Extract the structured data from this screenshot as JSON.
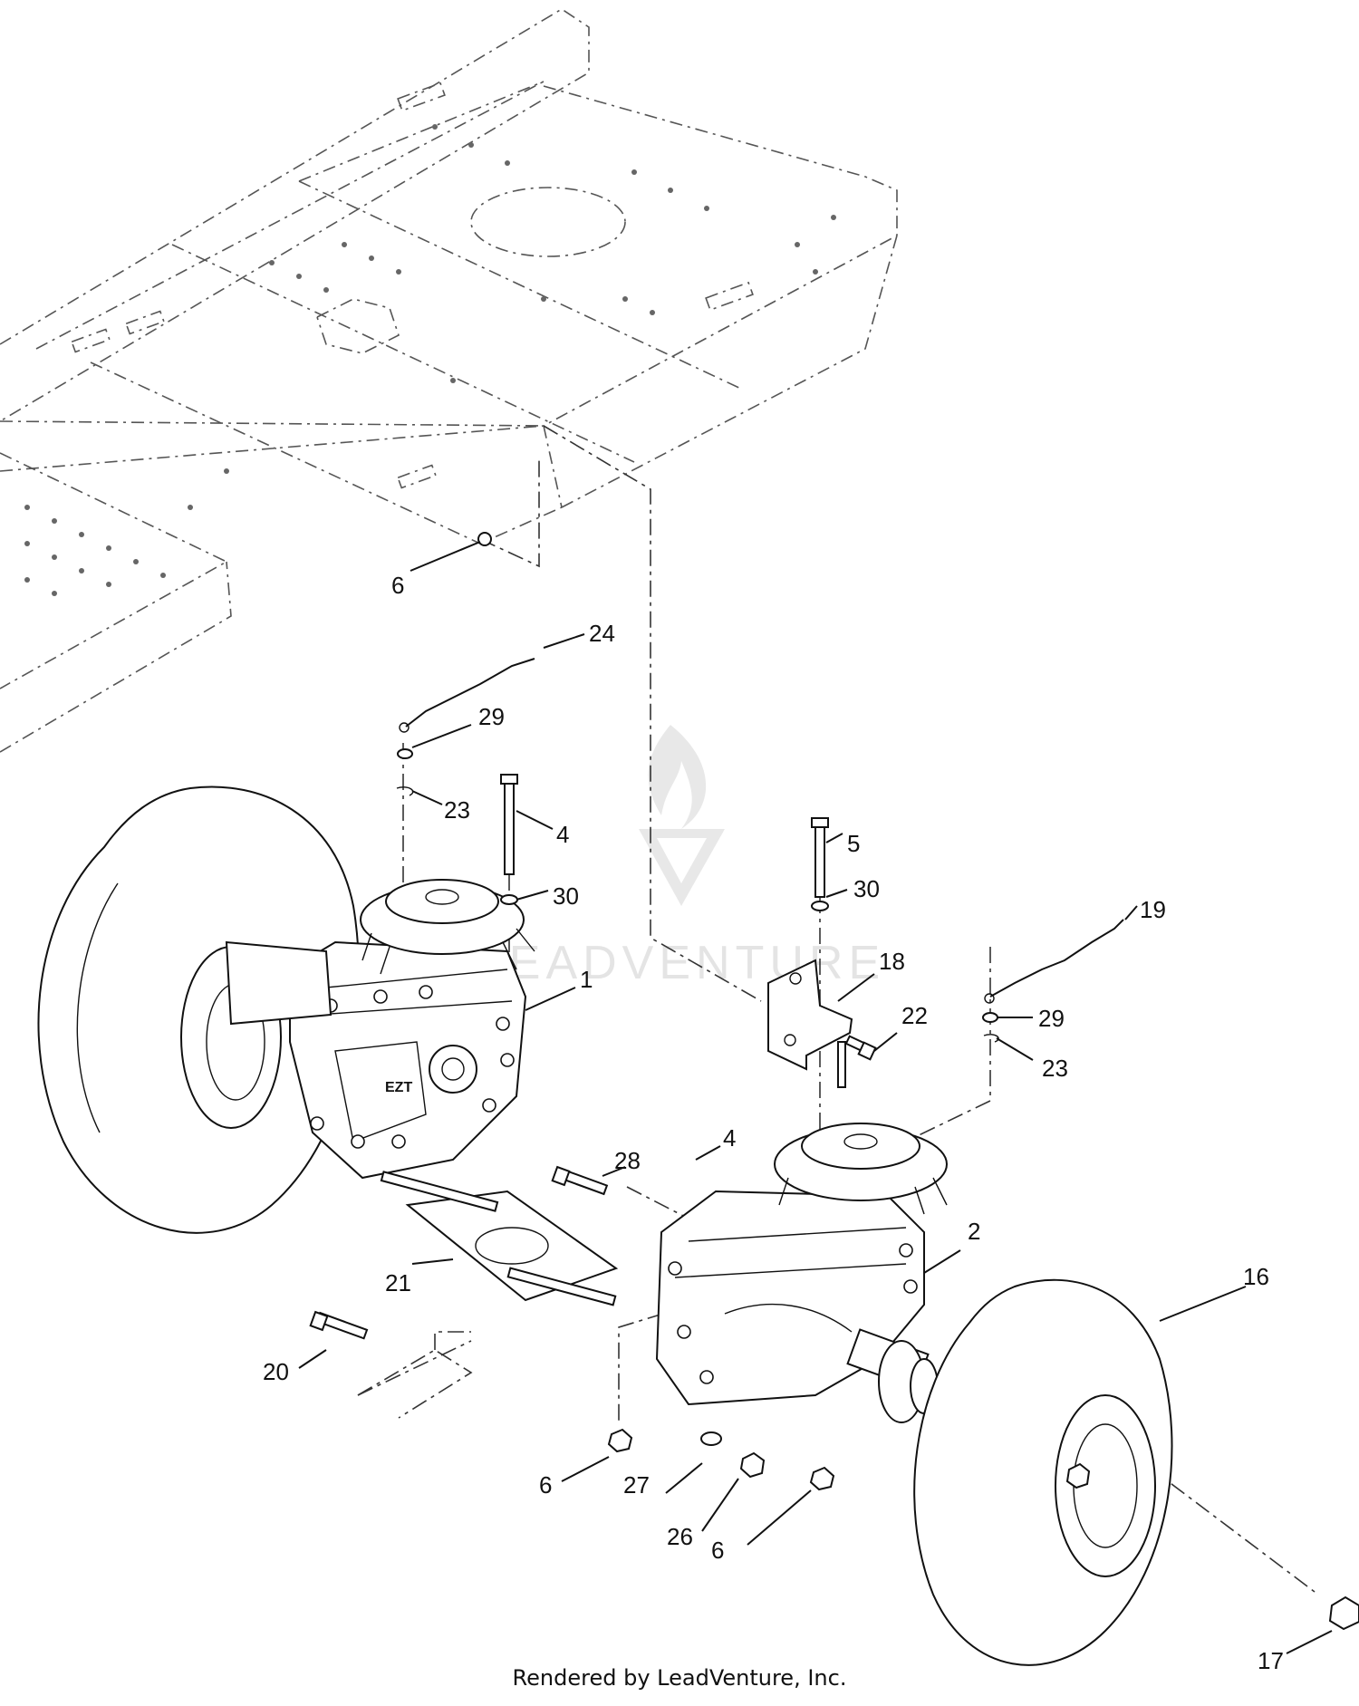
{
  "footer": "Rendered by LeadVenture, Inc.",
  "watermark": "LEADVENTURE",
  "callouts": [
    {
      "id": "c6a",
      "text": "6"
    },
    {
      "id": "c24",
      "text": "24"
    },
    {
      "id": "c29a",
      "text": "29"
    },
    {
      "id": "c23a",
      "text": "23"
    },
    {
      "id": "c4a",
      "text": "4"
    },
    {
      "id": "c30a",
      "text": "30"
    },
    {
      "id": "c1",
      "text": "1"
    },
    {
      "id": "c5",
      "text": "5"
    },
    {
      "id": "c30b",
      "text": "30"
    },
    {
      "id": "c19",
      "text": "19"
    },
    {
      "id": "c18",
      "text": "18"
    },
    {
      "id": "c22",
      "text": "22"
    },
    {
      "id": "c29b",
      "text": "29"
    },
    {
      "id": "c23b",
      "text": "23"
    },
    {
      "id": "c4b",
      "text": "4"
    },
    {
      "id": "c28",
      "text": "28"
    },
    {
      "id": "c2",
      "text": "2"
    },
    {
      "id": "c16",
      "text": "16"
    },
    {
      "id": "c21",
      "text": "21"
    },
    {
      "id": "c20",
      "text": "20"
    },
    {
      "id": "c6b",
      "text": "6"
    },
    {
      "id": "c27",
      "text": "27"
    },
    {
      "id": "c26",
      "text": "26"
    },
    {
      "id": "c6c",
      "text": "6"
    },
    {
      "id": "c17",
      "text": "17"
    }
  ]
}
